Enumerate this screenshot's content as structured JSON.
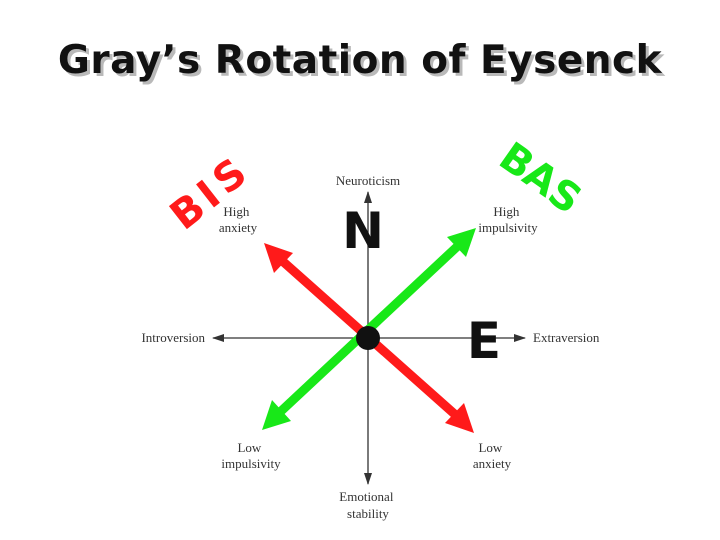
{
  "title": "Gray’s Rotation of Eysenck",
  "axes": {
    "top": "Neuroticism",
    "bottom": [
      "Emotional",
      "stability"
    ],
    "left": "Introversion",
    "right": "Extraversion"
  },
  "quadrant_labels": {
    "upper_left": [
      "High",
      "anxiety"
    ],
    "upper_right": [
      "High",
      "impulsivity"
    ],
    "lower_left": [
      "Low",
      "impulsivity"
    ],
    "lower_right": [
      "Low",
      "anxiety"
    ]
  },
  "big_letters": {
    "n": "N",
    "e": "E"
  },
  "system_labels": {
    "bis": [
      "B",
      "I",
      "S"
    ],
    "bas": [
      "B",
      "A",
      "S"
    ]
  },
  "colors": {
    "bis_arrow": "#ff1a1a",
    "bas_arrow": "#18e818",
    "bis_text": "#ff1a1a",
    "bas_text": "#18e818",
    "axis": "#333333",
    "center_dot": "#111111"
  }
}
